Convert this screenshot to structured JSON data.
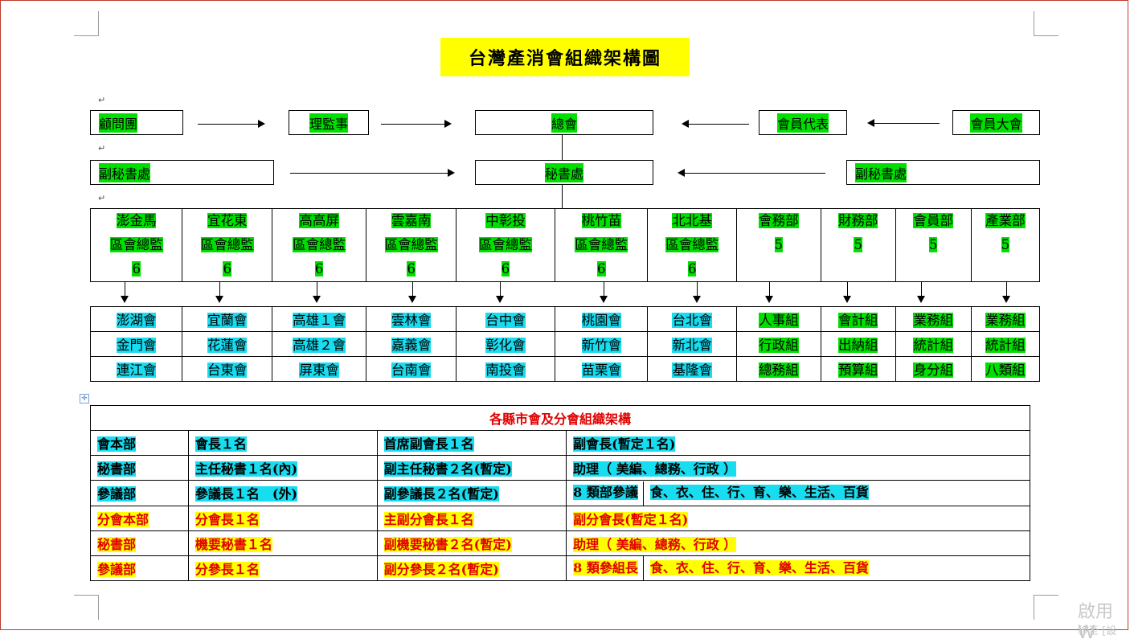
{
  "title": "台灣產消會組織架構圖",
  "top_row": {
    "advisor": "顧問團",
    "board": "理監事",
    "hq": "總會",
    "delegates": "會員代表",
    "assembly": "會員大會"
  },
  "second_row": {
    "left_secretariat": "副秘書處",
    "secretariat": "秘書處",
    "right_secretariat": "副秘書處"
  },
  "regions": [
    {
      "name": "澎金馬",
      "role": "區會總監",
      "count": "6"
    },
    {
      "name": "宜花東",
      "role": "區會總監",
      "count": "6"
    },
    {
      "name": "高高屏",
      "role": "區會總監",
      "count": "6"
    },
    {
      "name": "雲嘉南",
      "role": "區會總監",
      "count": "6"
    },
    {
      "name": "中彰投",
      "role": "區會總監",
      "count": "6"
    },
    {
      "name": "桃竹苗",
      "role": "區會總監",
      "count": "6"
    },
    {
      "name": "北北基",
      "role": "區會總監",
      "count": "6"
    },
    {
      "name": "會務部",
      "role": "",
      "count": "5"
    },
    {
      "name": "財務部",
      "role": "",
      "count": "5"
    },
    {
      "name": "會員部",
      "role": "",
      "count": "5"
    },
    {
      "name": "產業部",
      "role": "",
      "count": "5"
    }
  ],
  "branches": [
    [
      "澎湖會",
      "宜蘭會",
      "高雄１會",
      "雲林會",
      "台中會",
      "桃園會",
      "台北會",
      "人事組",
      "會計組",
      "業務組",
      "業務組"
    ],
    [
      "金門會",
      "花蓮會",
      "高雄２會",
      "嘉義會",
      "彰化會",
      "新竹會",
      "新北會",
      "行政組",
      "出納組",
      "統計組",
      "統計組"
    ],
    [
      "連江會",
      "台東會",
      "屏東會",
      "台南會",
      "南投會",
      "苗栗會",
      "基隆會",
      "總務組",
      "預算組",
      "身分組",
      "八類組"
    ]
  ],
  "bottom_table": {
    "title": "各縣市會及分會組織架構",
    "rows": [
      [
        "會本部",
        "會長１名",
        "首席副會長１名",
        "副會長(暫定１名)",
        ""
      ],
      [
        "秘書部",
        "主任秘書１名(內)",
        "副主任秘書２名(暫定)",
        "助理（ 美編、總務、行政 ）",
        ""
      ],
      [
        "參議部",
        "參議長１名　(外)",
        "副參議長２名(暫定)",
        "8 類部參議",
        "食、衣、住、行、育、樂、生活、百貨"
      ],
      [
        "分會本部",
        "分會長１名",
        "主副分會長１名",
        "副分會長(暫定１名)",
        ""
      ],
      [
        "秘書部",
        "機要秘書１名",
        "副機要秘書２名(暫定)",
        "助理（ 美編、總務、行政 ）",
        ""
      ],
      [
        "參議部",
        "分參長１名",
        "副分參長２名(暫定)",
        "8 類參組長",
        "食、衣、住、行、育、樂、生活、百貨"
      ]
    ]
  },
  "colors": {
    "green": "#00e000",
    "cyan": "#18dcf0",
    "yellow": "#ffff00",
    "red": "#e00000"
  },
  "watermark": {
    "line1": "啟用 W",
    "line2": "移至 [設"
  }
}
